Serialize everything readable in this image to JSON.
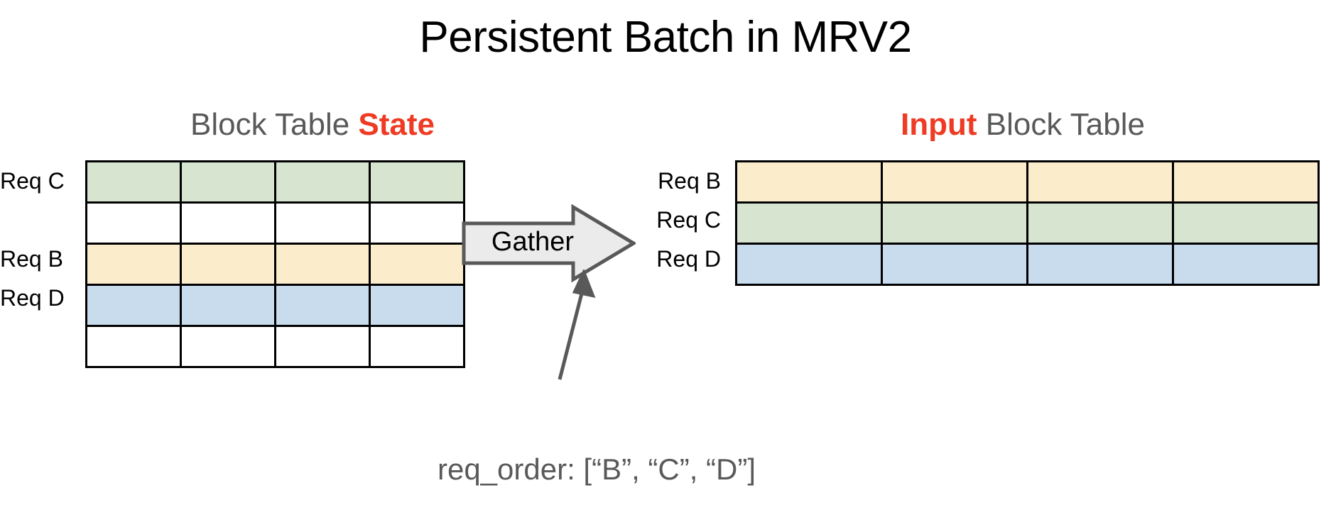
{
  "title": "Persistent Batch in MRV2",
  "colors": {
    "accent_red": "#ef3b24",
    "heading_gray": "#595959",
    "green_row": "#d6e4d0",
    "yellow_row": "#fbeccc",
    "blue_row": "#c9dcee",
    "empty_row": "#ffffff",
    "grid_line": "#000000",
    "arrow_fill": "#ebebeb",
    "arrow_stroke": "#595959"
  },
  "left_panel": {
    "heading_prefix": "Block Table ",
    "heading_accent": "State",
    "row_labels": {
      "req_c": "Req C",
      "req_b": "Req B",
      "req_d": "Req D"
    },
    "columns": 4,
    "rows": [
      {
        "label": "Req C",
        "fill": "green",
        "cells": [
          "",
          "",
          "",
          ""
        ]
      },
      {
        "label": "",
        "fill": "white",
        "cells": [
          "",
          "",
          "",
          ""
        ]
      },
      {
        "label": "Req B",
        "fill": "yellow",
        "cells": [
          "",
          "",
          "",
          ""
        ]
      },
      {
        "label": "Req D",
        "fill": "blue",
        "cells": [
          "",
          "",
          "",
          ""
        ]
      },
      {
        "label": "",
        "fill": "white",
        "cells": [
          "",
          "",
          "",
          ""
        ]
      }
    ]
  },
  "operation": {
    "label": "Gather",
    "icon": "block-arrow-right-icon"
  },
  "right_panel": {
    "heading_accent": "Input",
    "heading_suffix": " Block Table",
    "row_labels": {
      "req_b": "Req B",
      "req_c": "Req C",
      "req_d": "Req D"
    },
    "columns": 4,
    "rows": [
      {
        "label": "Req B",
        "fill": "yellow",
        "cells": [
          "",
          "",
          "",
          ""
        ]
      },
      {
        "label": "Req C",
        "fill": "green",
        "cells": [
          "",
          "",
          "",
          ""
        ]
      },
      {
        "label": "Req D",
        "fill": "blue",
        "cells": [
          "",
          "",
          "",
          ""
        ]
      }
    ]
  },
  "caption": "req_order: [“B”, “C”, “D”]"
}
